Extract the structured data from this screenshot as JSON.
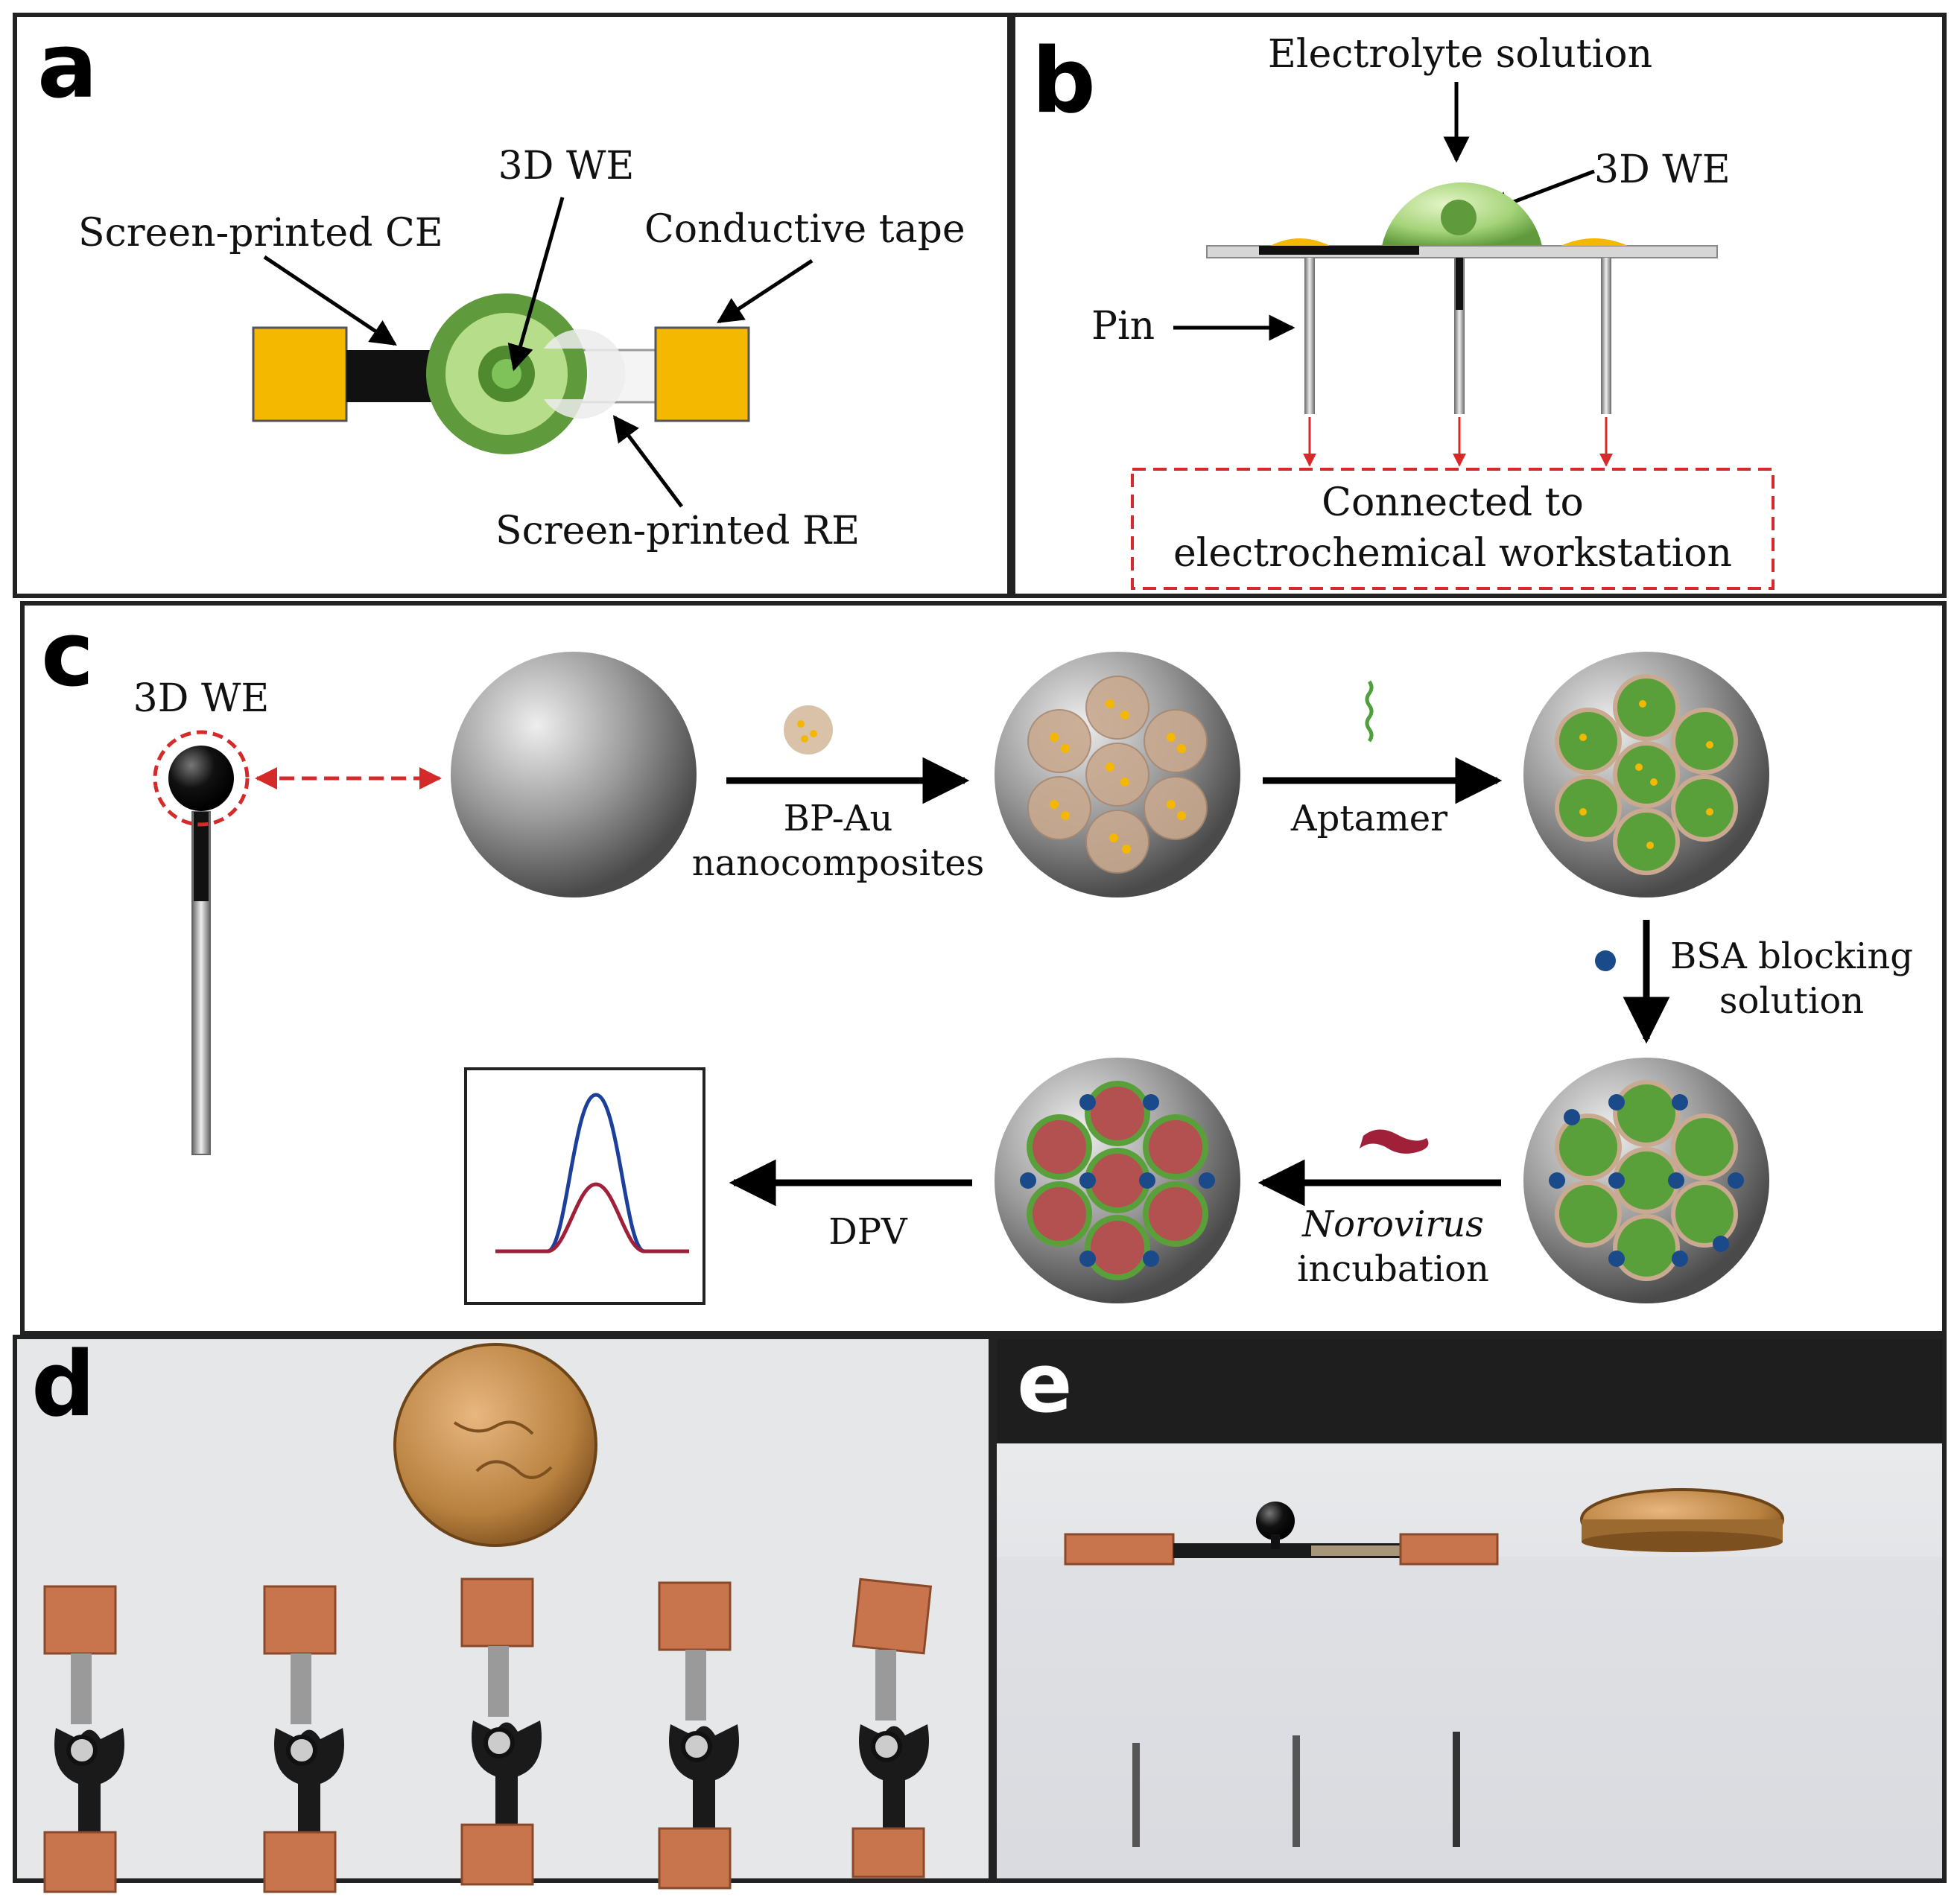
{
  "panels": {
    "a": {
      "letter": "a",
      "we_label": "3D WE",
      "ce_label": "Screen-printed CE",
      "tape_label": "Conductive tape",
      "re_label": "Screen-printed RE"
    },
    "b": {
      "letter": "b",
      "electrolyte_label": "Electrolyte solution",
      "we_label": "3D WE",
      "pin_label": "Pin",
      "connect_line1": "Connected to",
      "connect_line2": "electrochemical workstation"
    },
    "c": {
      "letter": "c",
      "we_label": "3D WE",
      "step1_line1": "BP-Au",
      "step1_line2": "nanocomposites",
      "step2": "Aptamer",
      "step3_line1": "BSA blocking",
      "step3_line2": "solution",
      "step4_line1": "Norovirus",
      "step4_line2": "incubation",
      "step5": "DPV"
    },
    "d": {
      "letter": "d"
    },
    "e": {
      "letter": "e"
    }
  },
  "colors": {
    "gold": "#f5b800",
    "green_light": "#b6dd8a",
    "green_dark": "#5f9a3c",
    "red_dashed": "#d42a2a",
    "dpv_blue": "#1c3f9a",
    "dpv_red": "#a0203a",
    "copper": "#c8754e"
  }
}
